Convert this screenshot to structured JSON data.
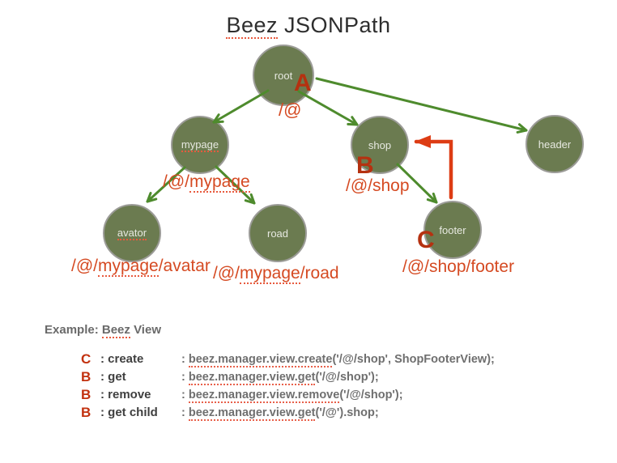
{
  "title": {
    "word": "Beez",
    "rest": " JSONPath"
  },
  "colors": {
    "node_fill": "#6b7b50",
    "node_border": "#9c9c98",
    "arrow_green": "#4e8b2d",
    "arrow_red": "#dd3c14",
    "marker_red": "#b53110",
    "path_red": "#d54a22",
    "code_gray": "#6f6f6f"
  },
  "tree": {
    "nodes": {
      "root": {
        "label": "root"
      },
      "mypage": {
        "label": "mypage"
      },
      "shop": {
        "label": "shop"
      },
      "header": {
        "label": "header"
      },
      "avator": {
        "label": "avator"
      },
      "road": {
        "label": "road"
      },
      "footer": {
        "label": "footer"
      }
    },
    "edges": [
      {
        "from": "root",
        "to": "mypage",
        "style": "green-arrow"
      },
      {
        "from": "root",
        "to": "shop",
        "style": "green-arrow"
      },
      {
        "from": "root",
        "to": "header",
        "style": "green-arrow"
      },
      {
        "from": "mypage",
        "to": "avator",
        "style": "green-arrow"
      },
      {
        "from": "mypage",
        "to": "road",
        "style": "green-arrow"
      },
      {
        "from": "shop",
        "to": "footer",
        "style": "green-arrow"
      },
      {
        "from": "footer",
        "to": "shop",
        "style": "red-elbow-arrow"
      }
    ],
    "markers": {
      "a": "A",
      "b": "B",
      "c": "C"
    },
    "paths": {
      "root": {
        "pre": "/@",
        "word": "",
        "post": ""
      },
      "mypage": {
        "pre": "/@/",
        "word": "mypage",
        "post": ""
      },
      "shop": {
        "pre": "/@/shop",
        "word": "",
        "post": ""
      },
      "avatar": {
        "pre": "/@/",
        "word": "mypage",
        "post": "/avatar"
      },
      "road": {
        "pre": "/@/",
        "word": "mypage",
        "post": "/road"
      },
      "footer": {
        "pre": "/@/shop/footer",
        "word": "",
        "post": ""
      }
    }
  },
  "example": {
    "heading": {
      "pre": "Example: ",
      "word": "Beez",
      "post": " View"
    },
    "rows": [
      {
        "letter": "C",
        "op": ": create",
        "code_colon": ": ",
        "code_link": "beez.manager.view.create",
        "code_rest": "('/@/shop', ShopFooterView);"
      },
      {
        "letter": "B",
        "op": ": get",
        "code_colon": ": ",
        "code_link": "beez.manager.view.get",
        "code_rest": "('/@/shop');"
      },
      {
        "letter": "B",
        "op": ": remove",
        "code_colon": ": ",
        "code_link": "beez.manager.view.remove",
        "code_rest": "('/@/shop');"
      },
      {
        "letter": "B",
        "op": ": get child",
        "code_colon": ": ",
        "code_link": "beez.manager.view.get",
        "code_rest": "('/@').shop;"
      }
    ]
  }
}
